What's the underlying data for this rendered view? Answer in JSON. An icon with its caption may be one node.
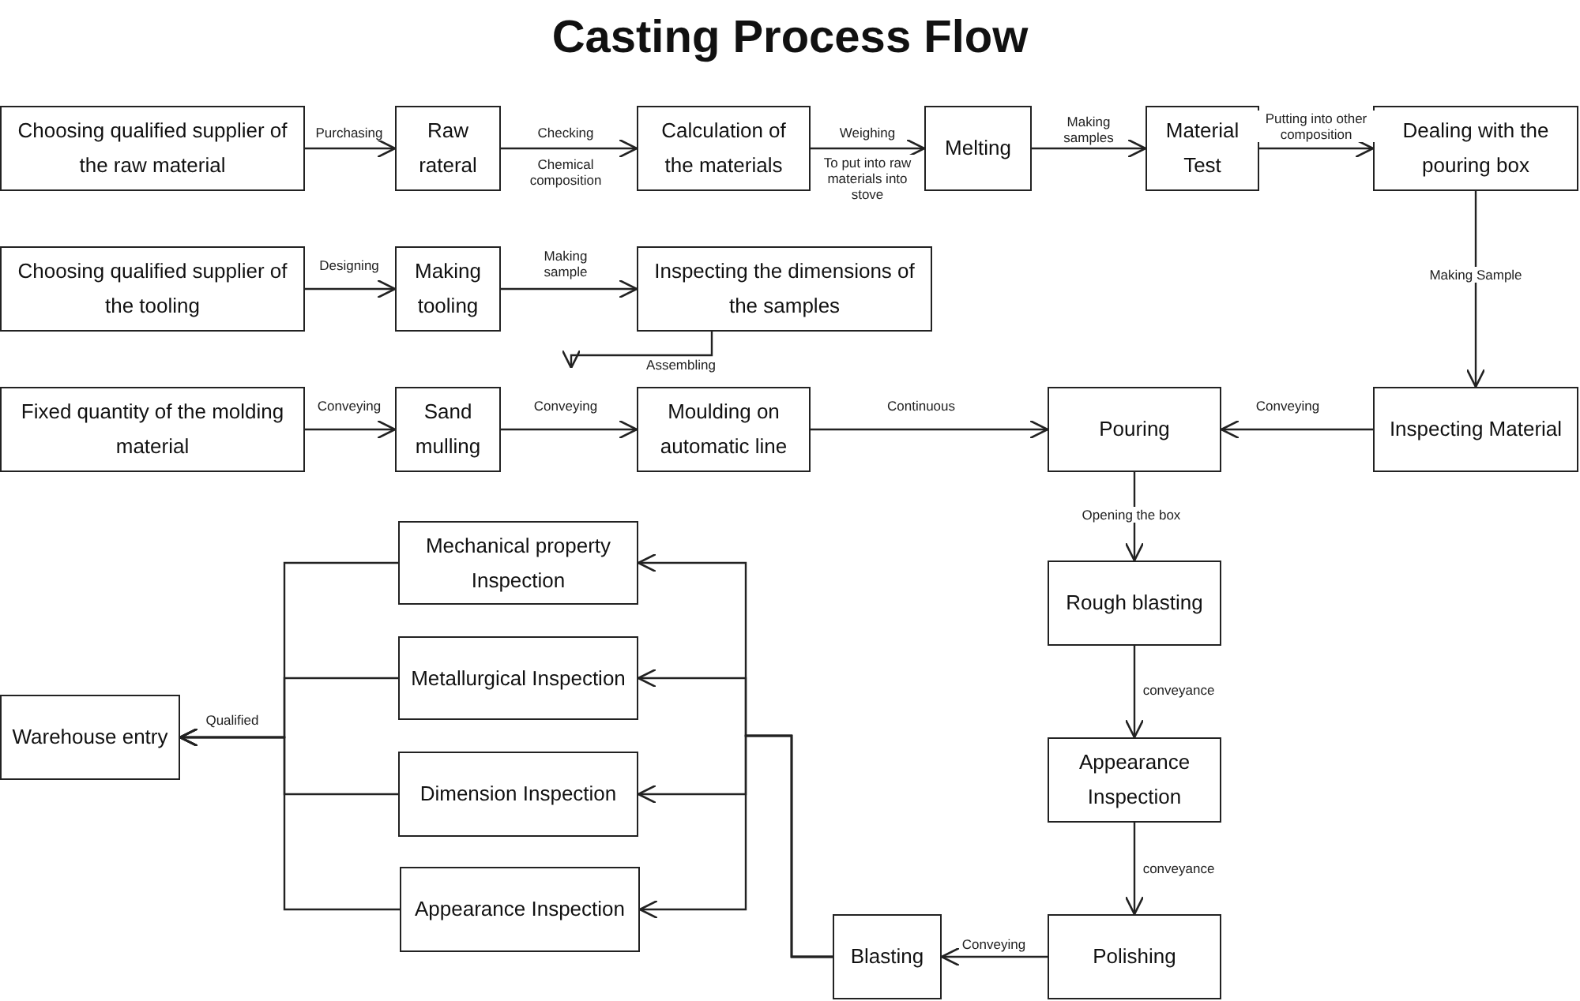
{
  "diagram": {
    "title": "Casting Process Flow",
    "nodes": [
      {
        "text": [
          "Choosing qualified supplier of the raw material"
        ]
      },
      {
        "text": [
          "Raw rateral"
        ]
      },
      {
        "text": [
          "Calculation of the materials"
        ]
      },
      {
        "text": [
          "Melting"
        ]
      },
      {
        "text": [
          "Material Test"
        ]
      },
      {
        "text": [
          "Dealing with the pouring box"
        ]
      },
      {
        "text": [
          "Choosing qualified supplier of the tooling"
        ]
      },
      {
        "text": [
          "Making tooling"
        ]
      },
      {
        "text": [
          "Inspecting the dimensions of the samples"
        ]
      },
      {
        "text": [
          "Fixed quantity of the molding material"
        ]
      },
      {
        "text": [
          "Sand mulling"
        ]
      },
      {
        "text": [
          "Moulding on automatic line"
        ]
      },
      {
        "text": [
          "Pouring"
        ]
      },
      {
        "text": [
          "Inspecting Material"
        ]
      },
      {
        "text": [
          "Mechanical property Inspection"
        ]
      },
      {
        "text": [
          "Metallurgical Inspection"
        ]
      },
      {
        "text": [
          "Dimension Inspection"
        ]
      },
      {
        "text": [
          "Appearance Inspection"
        ]
      },
      {
        "text": [
          "Warehouse entry"
        ]
      },
      {
        "text": [
          "Rough blasting"
        ]
      },
      {
        "text": [
          "Appearance Inspection"
        ]
      },
      {
        "text": [
          "Polishing"
        ]
      },
      {
        "text": [
          "Blasting"
        ]
      }
    ],
    "edges": [
      {
        "from": 0,
        "to": 1,
        "arrow": "to",
        "label": "Purchasing"
      },
      {
        "from": 1,
        "to": 2,
        "arrow": "to",
        "label": "Checking"
      },
      {
        "from": 2,
        "to": 3,
        "arrow": "to",
        "label": "Weighing"
      },
      {
        "from": 3,
        "to": 4,
        "arrow": "to",
        "label": "Making samples"
      },
      {
        "from": 4,
        "to": 5,
        "arrow": "to",
        "label": "Putting into other composition"
      },
      {
        "from": 5,
        "to": 13,
        "arrow": "to",
        "label": "Making Sample"
      },
      {
        "from": 6,
        "to": 7,
        "arrow": "to",
        "label": "Designing"
      },
      {
        "from": 7,
        "to": 8,
        "arrow": "to",
        "label": "Making sample"
      },
      {
        "from": 8,
        "to": null,
        "arrow": "to",
        "label": "Assembling"
      },
      {
        "from": 9,
        "to": 10,
        "arrow": "to",
        "label": "Conveying"
      },
      {
        "from": 10,
        "to": 11,
        "arrow": "to",
        "label": "Conveying"
      },
      {
        "from": 11,
        "to": 12,
        "arrow": "to",
        "label": "Continuous"
      },
      {
        "from": 13,
        "to": 12,
        "arrow": "to",
        "label": "Conveying"
      },
      {
        "from": 12,
        "to": 19,
        "arrow": "to",
        "label": "Opening the box"
      },
      {
        "from": 19,
        "to": 20,
        "arrow": "to",
        "label": "conveyance"
      },
      {
        "from": 20,
        "to": 21,
        "arrow": "to",
        "label": "conveyance"
      },
      {
        "from": 21,
        "to": 22,
        "arrow": "to",
        "label": "Conveying"
      },
      {
        "from": 22,
        "to": 14,
        "arrow": "to"
      },
      {
        "from": 22,
        "to": 15,
        "arrow": "to"
      },
      {
        "from": 22,
        "to": 16,
        "arrow": "to"
      },
      {
        "from": 22,
        "to": 17,
        "arrow": "to"
      },
      {
        "from": 14,
        "to": 18,
        "arrow": "to",
        "label": "Qualified"
      },
      {
        "from": 15,
        "to": 18,
        "arrow": "to"
      },
      {
        "from": 16,
        "to": 18,
        "arrow": "to"
      },
      {
        "from": 17,
        "to": 18,
        "arrow": "to"
      }
    ],
    "labels": [
      "Chemical composition",
      "To put into raw materials into stove"
    ]
  }
}
